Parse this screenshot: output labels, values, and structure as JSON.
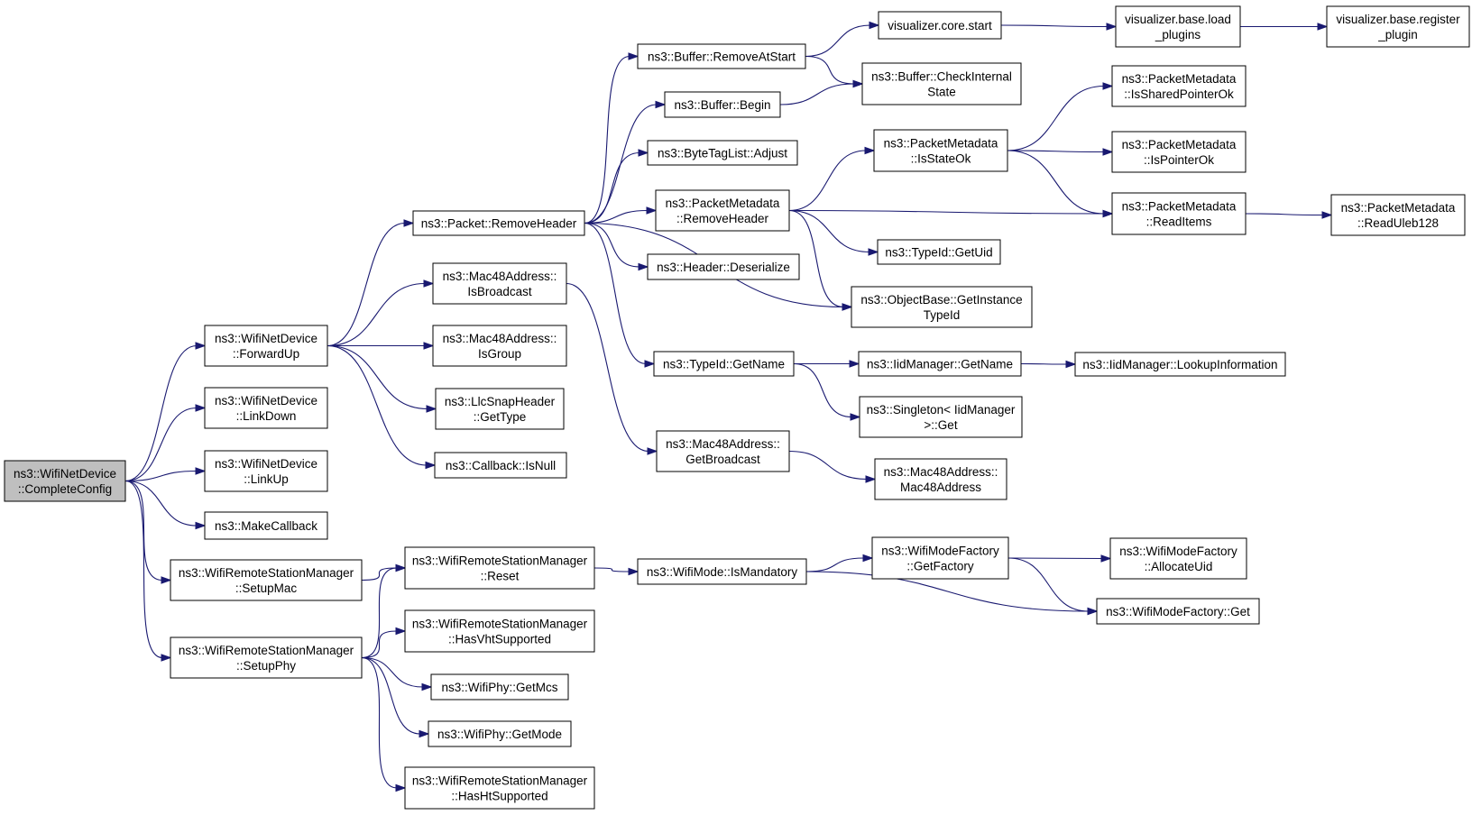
{
  "colors": {
    "edge": "#191970",
    "root_fill": "#bfbfbf",
    "node_fill": "#ffffff",
    "border": "#000000"
  },
  "nodes": [
    {
      "id": "n0",
      "lines": [
        "ns3::WifiNetDevice",
        "::CompleteConfig"
      ],
      "root": true
    },
    {
      "id": "n1",
      "lines": [
        "ns3::WifiNetDevice",
        "::ForwardUp"
      ]
    },
    {
      "id": "n2",
      "lines": [
        "ns3::WifiNetDevice",
        "::LinkDown"
      ]
    },
    {
      "id": "n3",
      "lines": [
        "ns3::WifiNetDevice",
        "::LinkUp"
      ]
    },
    {
      "id": "n4",
      "lines": [
        "ns3::MakeCallback"
      ]
    },
    {
      "id": "n5",
      "lines": [
        "ns3::WifiRemoteStationManager",
        "::SetupMac"
      ]
    },
    {
      "id": "n6",
      "lines": [
        "ns3::WifiRemoteStationManager",
        "::SetupPhy"
      ]
    },
    {
      "id": "n7",
      "lines": [
        "ns3::Packet::RemoveHeader"
      ]
    },
    {
      "id": "n8",
      "lines": [
        "ns3::Mac48Address::",
        "IsBroadcast"
      ]
    },
    {
      "id": "n9",
      "lines": [
        "ns3::Mac48Address::",
        "IsGroup"
      ]
    },
    {
      "id": "n10",
      "lines": [
        "ns3::LlcSnapHeader",
        "::GetType"
      ]
    },
    {
      "id": "n11",
      "lines": [
        "ns3::Callback::IsNull"
      ]
    },
    {
      "id": "n12",
      "lines": [
        "ns3::WifiRemoteStationManager",
        "::Reset"
      ]
    },
    {
      "id": "n13",
      "lines": [
        "ns3::WifiRemoteStationManager",
        "::HasVhtSupported"
      ]
    },
    {
      "id": "n14",
      "lines": [
        "ns3::WifiPhy::GetMcs"
      ]
    },
    {
      "id": "n15",
      "lines": [
        "ns3::WifiPhy::GetMode"
      ]
    },
    {
      "id": "n16",
      "lines": [
        "ns3::WifiRemoteStationManager",
        "::HasHtSupported"
      ]
    },
    {
      "id": "n17",
      "lines": [
        "ns3::Buffer::RemoveAtStart"
      ]
    },
    {
      "id": "n18",
      "lines": [
        "ns3::Buffer::Begin"
      ]
    },
    {
      "id": "n19",
      "lines": [
        "ns3::ByteTagList::Adjust"
      ]
    },
    {
      "id": "n20",
      "lines": [
        "ns3::PacketMetadata",
        "::RemoveHeader"
      ]
    },
    {
      "id": "n21",
      "lines": [
        "ns3::Header::Deserialize"
      ]
    },
    {
      "id": "n22",
      "lines": [
        "ns3::TypeId::GetName"
      ]
    },
    {
      "id": "n23",
      "lines": [
        "ns3::Mac48Address::",
        "GetBroadcast"
      ]
    },
    {
      "id": "n24",
      "lines": [
        "ns3::WifiMode::IsMandatory"
      ]
    },
    {
      "id": "n25",
      "lines": [
        "visualizer.core.start"
      ]
    },
    {
      "id": "n26",
      "lines": [
        "ns3::Buffer::CheckInternal",
        "State"
      ]
    },
    {
      "id": "n27",
      "lines": [
        "ns3::PacketMetadata",
        "::IsStateOk"
      ]
    },
    {
      "id": "n28",
      "lines": [
        "ns3::TypeId::GetUid"
      ]
    },
    {
      "id": "n29",
      "lines": [
        "ns3::ObjectBase::GetInstance",
        "TypeId"
      ]
    },
    {
      "id": "n30",
      "lines": [
        "ns3::IidManager::GetName"
      ]
    },
    {
      "id": "n31",
      "lines": [
        "ns3::Singleton< IidManager",
        ">::Get"
      ]
    },
    {
      "id": "n32",
      "lines": [
        "ns3::Mac48Address::",
        "Mac48Address"
      ]
    },
    {
      "id": "n33",
      "lines": [
        "ns3::WifiModeFactory",
        "::GetFactory"
      ]
    },
    {
      "id": "n34",
      "lines": [
        "visualizer.base.load",
        "_plugins"
      ]
    },
    {
      "id": "n35",
      "lines": [
        "ns3::PacketMetadata",
        "::IsSharedPointerOk"
      ]
    },
    {
      "id": "n36",
      "lines": [
        "ns3::PacketMetadata",
        "::IsPointerOk"
      ]
    },
    {
      "id": "n37",
      "lines": [
        "ns3::PacketMetadata",
        "::ReadItems"
      ]
    },
    {
      "id": "n38",
      "lines": [
        "ns3::IidManager::LookupInformation"
      ]
    },
    {
      "id": "n39",
      "lines": [
        "ns3::WifiModeFactory",
        "::AllocateUid"
      ]
    },
    {
      "id": "n40",
      "lines": [
        "ns3::WifiModeFactory::Get"
      ]
    },
    {
      "id": "n41",
      "lines": [
        "visualizer.base.register",
        "_plugin"
      ]
    },
    {
      "id": "n42",
      "lines": [
        "ns3::PacketMetadata",
        "::ReadUleb128"
      ]
    }
  ],
  "edges": [
    [
      "n0",
      "n1"
    ],
    [
      "n0",
      "n2"
    ],
    [
      "n0",
      "n3"
    ],
    [
      "n0",
      "n4"
    ],
    [
      "n0",
      "n5"
    ],
    [
      "n0",
      "n6"
    ],
    [
      "n1",
      "n7"
    ],
    [
      "n1",
      "n8"
    ],
    [
      "n1",
      "n9"
    ],
    [
      "n1",
      "n10"
    ],
    [
      "n1",
      "n11"
    ],
    [
      "n5",
      "n12"
    ],
    [
      "n6",
      "n12"
    ],
    [
      "n6",
      "n13"
    ],
    [
      "n6",
      "n14"
    ],
    [
      "n6",
      "n15"
    ],
    [
      "n6",
      "n16"
    ],
    [
      "n7",
      "n17"
    ],
    [
      "n7",
      "n18"
    ],
    [
      "n7",
      "n19"
    ],
    [
      "n7",
      "n20"
    ],
    [
      "n7",
      "n21"
    ],
    [
      "n7",
      "n29"
    ],
    [
      "n7",
      "n22"
    ],
    [
      "n8",
      "n23"
    ],
    [
      "n12",
      "n24"
    ],
    [
      "n17",
      "n25"
    ],
    [
      "n17",
      "n26"
    ],
    [
      "n18",
      "n26"
    ],
    [
      "n20",
      "n27"
    ],
    [
      "n20",
      "n37"
    ],
    [
      "n20",
      "n28"
    ],
    [
      "n20",
      "n29"
    ],
    [
      "n22",
      "n30"
    ],
    [
      "n22",
      "n31"
    ],
    [
      "n23",
      "n32"
    ],
    [
      "n24",
      "n33"
    ],
    [
      "n24",
      "n40"
    ],
    [
      "n25",
      "n34"
    ],
    [
      "n27",
      "n35"
    ],
    [
      "n27",
      "n36"
    ],
    [
      "n27",
      "n37"
    ],
    [
      "n30",
      "n38"
    ],
    [
      "n33",
      "n39"
    ],
    [
      "n33",
      "n40"
    ],
    [
      "n34",
      "n41"
    ],
    [
      "n37",
      "n42"
    ]
  ]
}
